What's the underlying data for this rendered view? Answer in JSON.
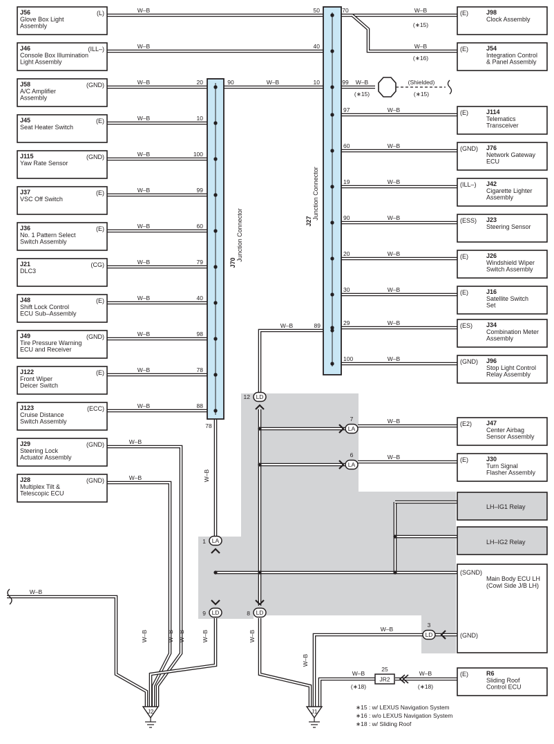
{
  "wire_code": "W–B",
  "left_components": [
    {
      "id": "J56",
      "name": [
        "Glove Box Light",
        "Assembly"
      ],
      "terminal": "(L)",
      "pin": "50"
    },
    {
      "id": "J46",
      "name": [
        "Console Box Illumination",
        "Light Assembly"
      ],
      "terminal": "(ILL–)",
      "pin": "40"
    },
    {
      "id": "J58",
      "name": [
        "A/C Amplifier",
        "Assembly"
      ],
      "terminal": "(GND)",
      "pin": "20"
    },
    {
      "id": "J45",
      "name": [
        "Seat Heater Switch"
      ],
      "terminal": "(E)",
      "pin": "10"
    },
    {
      "id": "J115",
      "name": [
        "Yaw Rate Sensor"
      ],
      "terminal": "(GND)",
      "pin": "100"
    },
    {
      "id": "J37",
      "name": [
        "VSC Off Switch"
      ],
      "terminal": "(E)",
      "pin": "99"
    },
    {
      "id": "J36",
      "name": [
        "No. 1 Pattern Select",
        "Switch Assembly"
      ],
      "terminal": "(E)",
      "pin": "60"
    },
    {
      "id": "J21",
      "name": [
        "DLC3"
      ],
      "terminal": "(CG)",
      "pin": "79"
    },
    {
      "id": "J48",
      "name": [
        "Shift Lock Control",
        "ECU Sub–Assembly"
      ],
      "terminal": "(E)",
      "pin": "40"
    },
    {
      "id": "J49",
      "name": [
        "Tire Pressure Warning",
        "ECU and Receiver"
      ],
      "terminal": "(GND)",
      "pin": "98"
    },
    {
      "id": "J122",
      "name": [
        "Front Wiper",
        "Deicer Switch"
      ],
      "terminal": "(E)",
      "pin": "78"
    },
    {
      "id": "J123",
      "name": [
        "Cruise Distance",
        "Switch Assembly"
      ],
      "terminal": "(ECC)",
      "pin": "88"
    },
    {
      "id": "J29",
      "name": [
        "Steering Lock",
        "Actuator Assembly"
      ],
      "terminal": "(GND)",
      "pin": ""
    },
    {
      "id": "J28",
      "name": [
        "Multiplex Tilt &",
        "Telescopic ECU"
      ],
      "terminal": "(GND)",
      "pin": ""
    }
  ],
  "right_components": [
    {
      "id": "J98",
      "name": [
        "Clock Assembly"
      ],
      "terminal": "(E)",
      "pin": "70",
      "note": "(∗15)"
    },
    {
      "id": "J54",
      "name": [
        "Integration Control",
        "& Panel Assembly"
      ],
      "terminal": "(E)",
      "pin": "",
      "note": "(∗16)"
    },
    {
      "id": "J114",
      "name": [
        "Telematics",
        "Transceiver"
      ],
      "terminal": "(E)",
      "pin": "97",
      "note": ""
    },
    {
      "id": "J76",
      "name": [
        "Network Gateway",
        "ECU"
      ],
      "terminal": "(GND)",
      "pin": "60",
      "note": ""
    },
    {
      "id": "J42",
      "name": [
        "Cigarette Lighter",
        "Assembly"
      ],
      "terminal": "(ILL–)",
      "pin": "19",
      "note": ""
    },
    {
      "id": "J23",
      "name": [
        "Steering Sensor"
      ],
      "terminal": "(ESS)",
      "pin": "90",
      "note": ""
    },
    {
      "id": "J26",
      "name": [
        "Windshield Wiper",
        "Switch Assembly"
      ],
      "terminal": "(E)",
      "pin": "20",
      "note": ""
    },
    {
      "id": "J16",
      "name": [
        "Satellite Switch",
        "Set"
      ],
      "terminal": "(E)",
      "pin": "30",
      "note": ""
    },
    {
      "id": "J34",
      "name": [
        "Combination Meter",
        "Assembly"
      ],
      "terminal": "(ES)",
      "pin": "29",
      "note": ""
    },
    {
      "id": "J96",
      "name": [
        "Stop Light Control",
        "Relay Assembly"
      ],
      "terminal": "(GND)",
      "pin": "100",
      "note": ""
    },
    {
      "id": "J47",
      "name": [
        "Center Airbag",
        "Sensor Assembly"
      ],
      "terminal": "(E2)",
      "pin": "7",
      "note": ""
    },
    {
      "id": "J30",
      "name": [
        "Turn Signal",
        "Flasher Assembly"
      ],
      "terminal": "(E)",
      "pin": "6",
      "note": ""
    }
  ],
  "relays": [
    "LH–IG1 Relay",
    "LH–IG2 Relay"
  ],
  "main_body_ecu": {
    "name": [
      "Main Body ECU LH",
      "(Cowl Side J/B LH)"
    ],
    "terminal_top": "(SGND)",
    "terminal_gnd": "(GND)"
  },
  "sliding_roof": {
    "id": "R6",
    "name": [
      "Sliding Roof",
      "Control ECU"
    ],
    "terminal": "(E)",
    "connector": "JR2",
    "pin": "25",
    "note": "(∗18)"
  },
  "junction_j70": {
    "id": "J70",
    "label": "Junction Connector",
    "pins": {
      "left_ref": "20",
      "right_ref": "90",
      "bottom": "78"
    }
  },
  "junction_j27": {
    "id": "J27",
    "label": "Junction Connector",
    "pins": {
      "j58_feed": "10",
      "shield": "99",
      "lower": "89"
    }
  },
  "shielded": {
    "label": "(Shielded)",
    "note": "(∗15)"
  },
  "splice_connectors": [
    {
      "code": "LD",
      "pin": "12"
    },
    {
      "code": "LA",
      "pin": "7"
    },
    {
      "code": "LA",
      "pin": "6"
    },
    {
      "code": "LA",
      "pin": "1"
    },
    {
      "code": "LD",
      "pin": "9"
    },
    {
      "code": "LD",
      "pin": "8"
    },
    {
      "code": "LD",
      "pin": "3"
    }
  ],
  "grounds": [
    "J2",
    "J1"
  ],
  "notes": [
    "∗15 : w/ LEXUS Navigation System",
    "∗16 : w/o LEXUS Navigation System",
    "∗18 : w/ Sliding Roof"
  ]
}
